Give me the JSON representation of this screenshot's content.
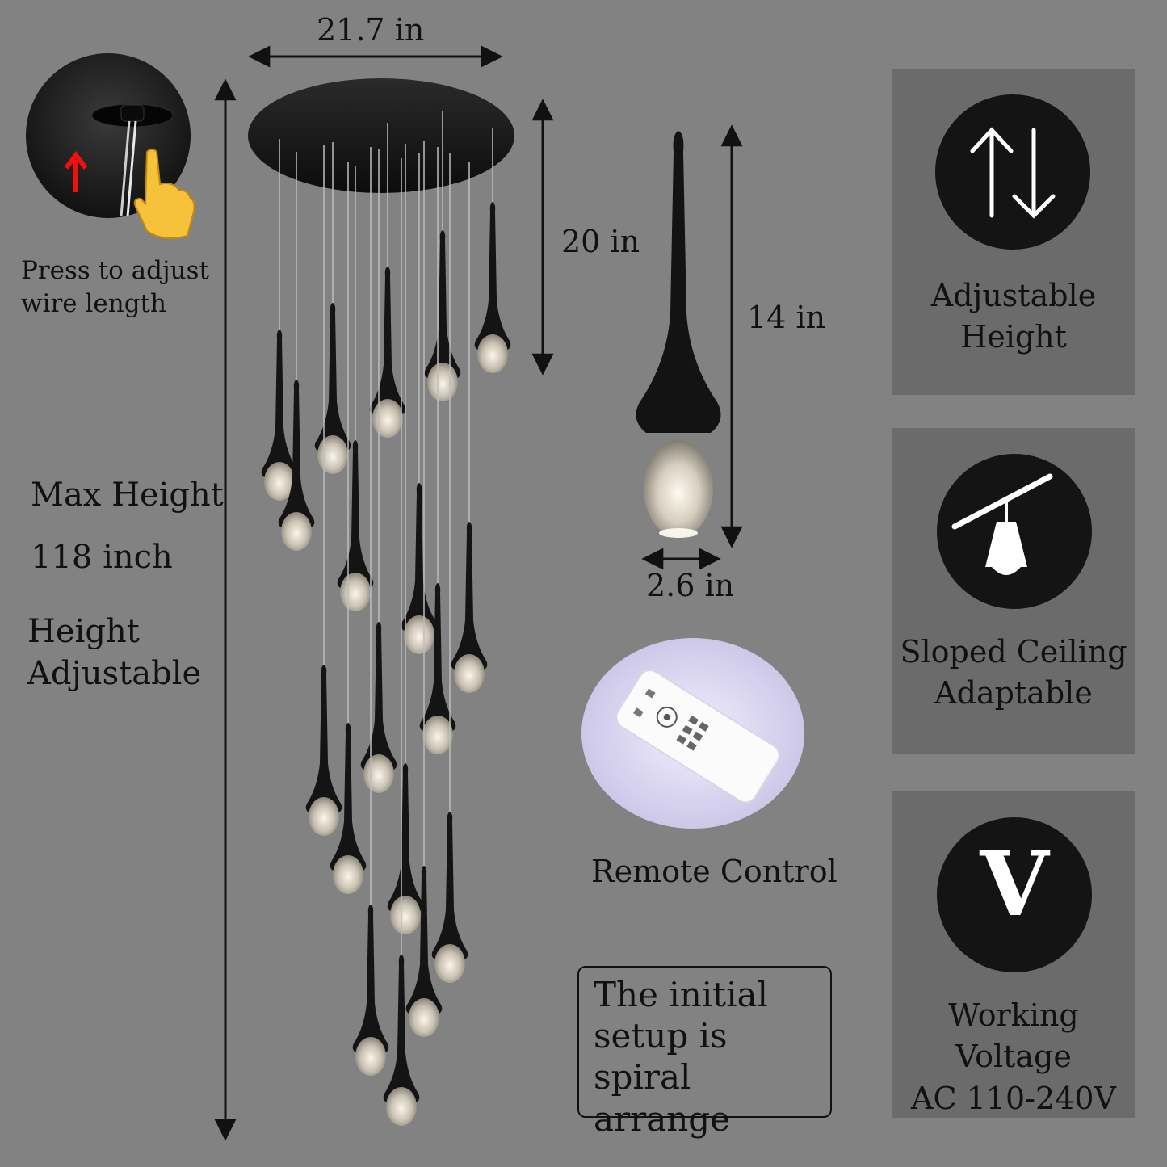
{
  "dimensions": {
    "width": "21.7 in",
    "drop_short": "20 in",
    "pendant_height": "14 in",
    "pendant_diameter": "2.6 in"
  },
  "wire_note": "Press to adjust\nwire length",
  "max_height": {
    "title": "Max Height",
    "value": "118 inch",
    "note": "Height\nAdjustable"
  },
  "remote_label": "Remote Control",
  "setup_note": "The initial\nsetup is\nspiral arrange",
  "features": [
    {
      "label": "Adjustable\nHeight",
      "icon": "up-down-arrows-icon"
    },
    {
      "label": "Sloped Ceiling\nAdaptable",
      "icon": "sloped-ceiling-lamp-icon"
    },
    {
      "label": "Working Voltage\nAC 110-240V",
      "icon": "voltage-v-icon",
      "glyph": "V"
    }
  ],
  "colors": {
    "background": "#828282",
    "panel": "#6b6b6b",
    "icon_circle": "#141414",
    "text": "#111111"
  }
}
